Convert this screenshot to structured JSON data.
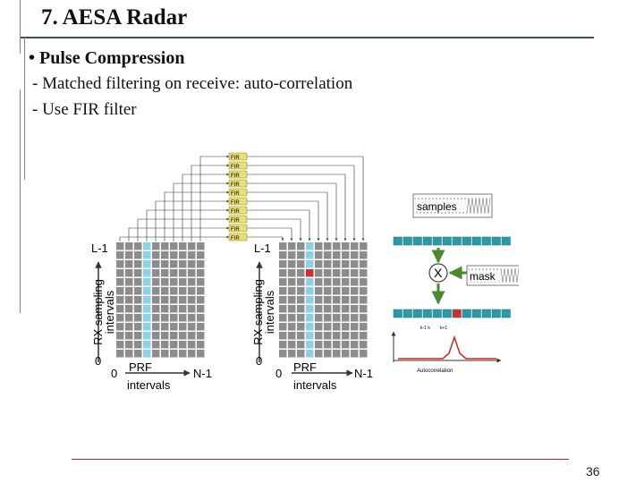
{
  "slide": {
    "title": "7. AESA Radar",
    "bullet_symbol": "•",
    "bullet": "Pulse Compression",
    "sub_items": [
      "- Matched filtering on receive: auto-correlation",
      "- Use FIR filter"
    ],
    "page_number": "36"
  },
  "figure": {
    "fir_label": "FIR",
    "left_grid": {
      "top_label": "L-1",
      "zero_label": "0",
      "y_axis": [
        "RX sampling",
        "intervals"
      ],
      "x_axis_zero": "0",
      "x_axis_top": "PRF",
      "x_axis_end": "N-1",
      "x_axis_bottom": "intervals"
    },
    "right_grid": {
      "top_label": "L-1",
      "zero_label": "0",
      "y_axis": [
        "RX sampling",
        "intervals"
      ],
      "x_axis_zero": "0",
      "x_axis_top": "PRF",
      "x_axis_end": "N-1",
      "x_axis_bottom": "intervals"
    },
    "samples_label": "samples",
    "multiply_symbol": "X",
    "mask_label": "mask",
    "index_labels": [
      "k-1 k",
      "k+1"
    ],
    "autocorrelation_label": "Autocorrelation",
    "colors": {
      "cell": "#8c8c8c",
      "highlight": "#8ed0e6",
      "cell_red": "#d0302a",
      "teal": "#2a9aa8",
      "arrow_green": "#4a8a2e",
      "fir_yellow": "#e8e070",
      "curve": "#d62020"
    }
  }
}
